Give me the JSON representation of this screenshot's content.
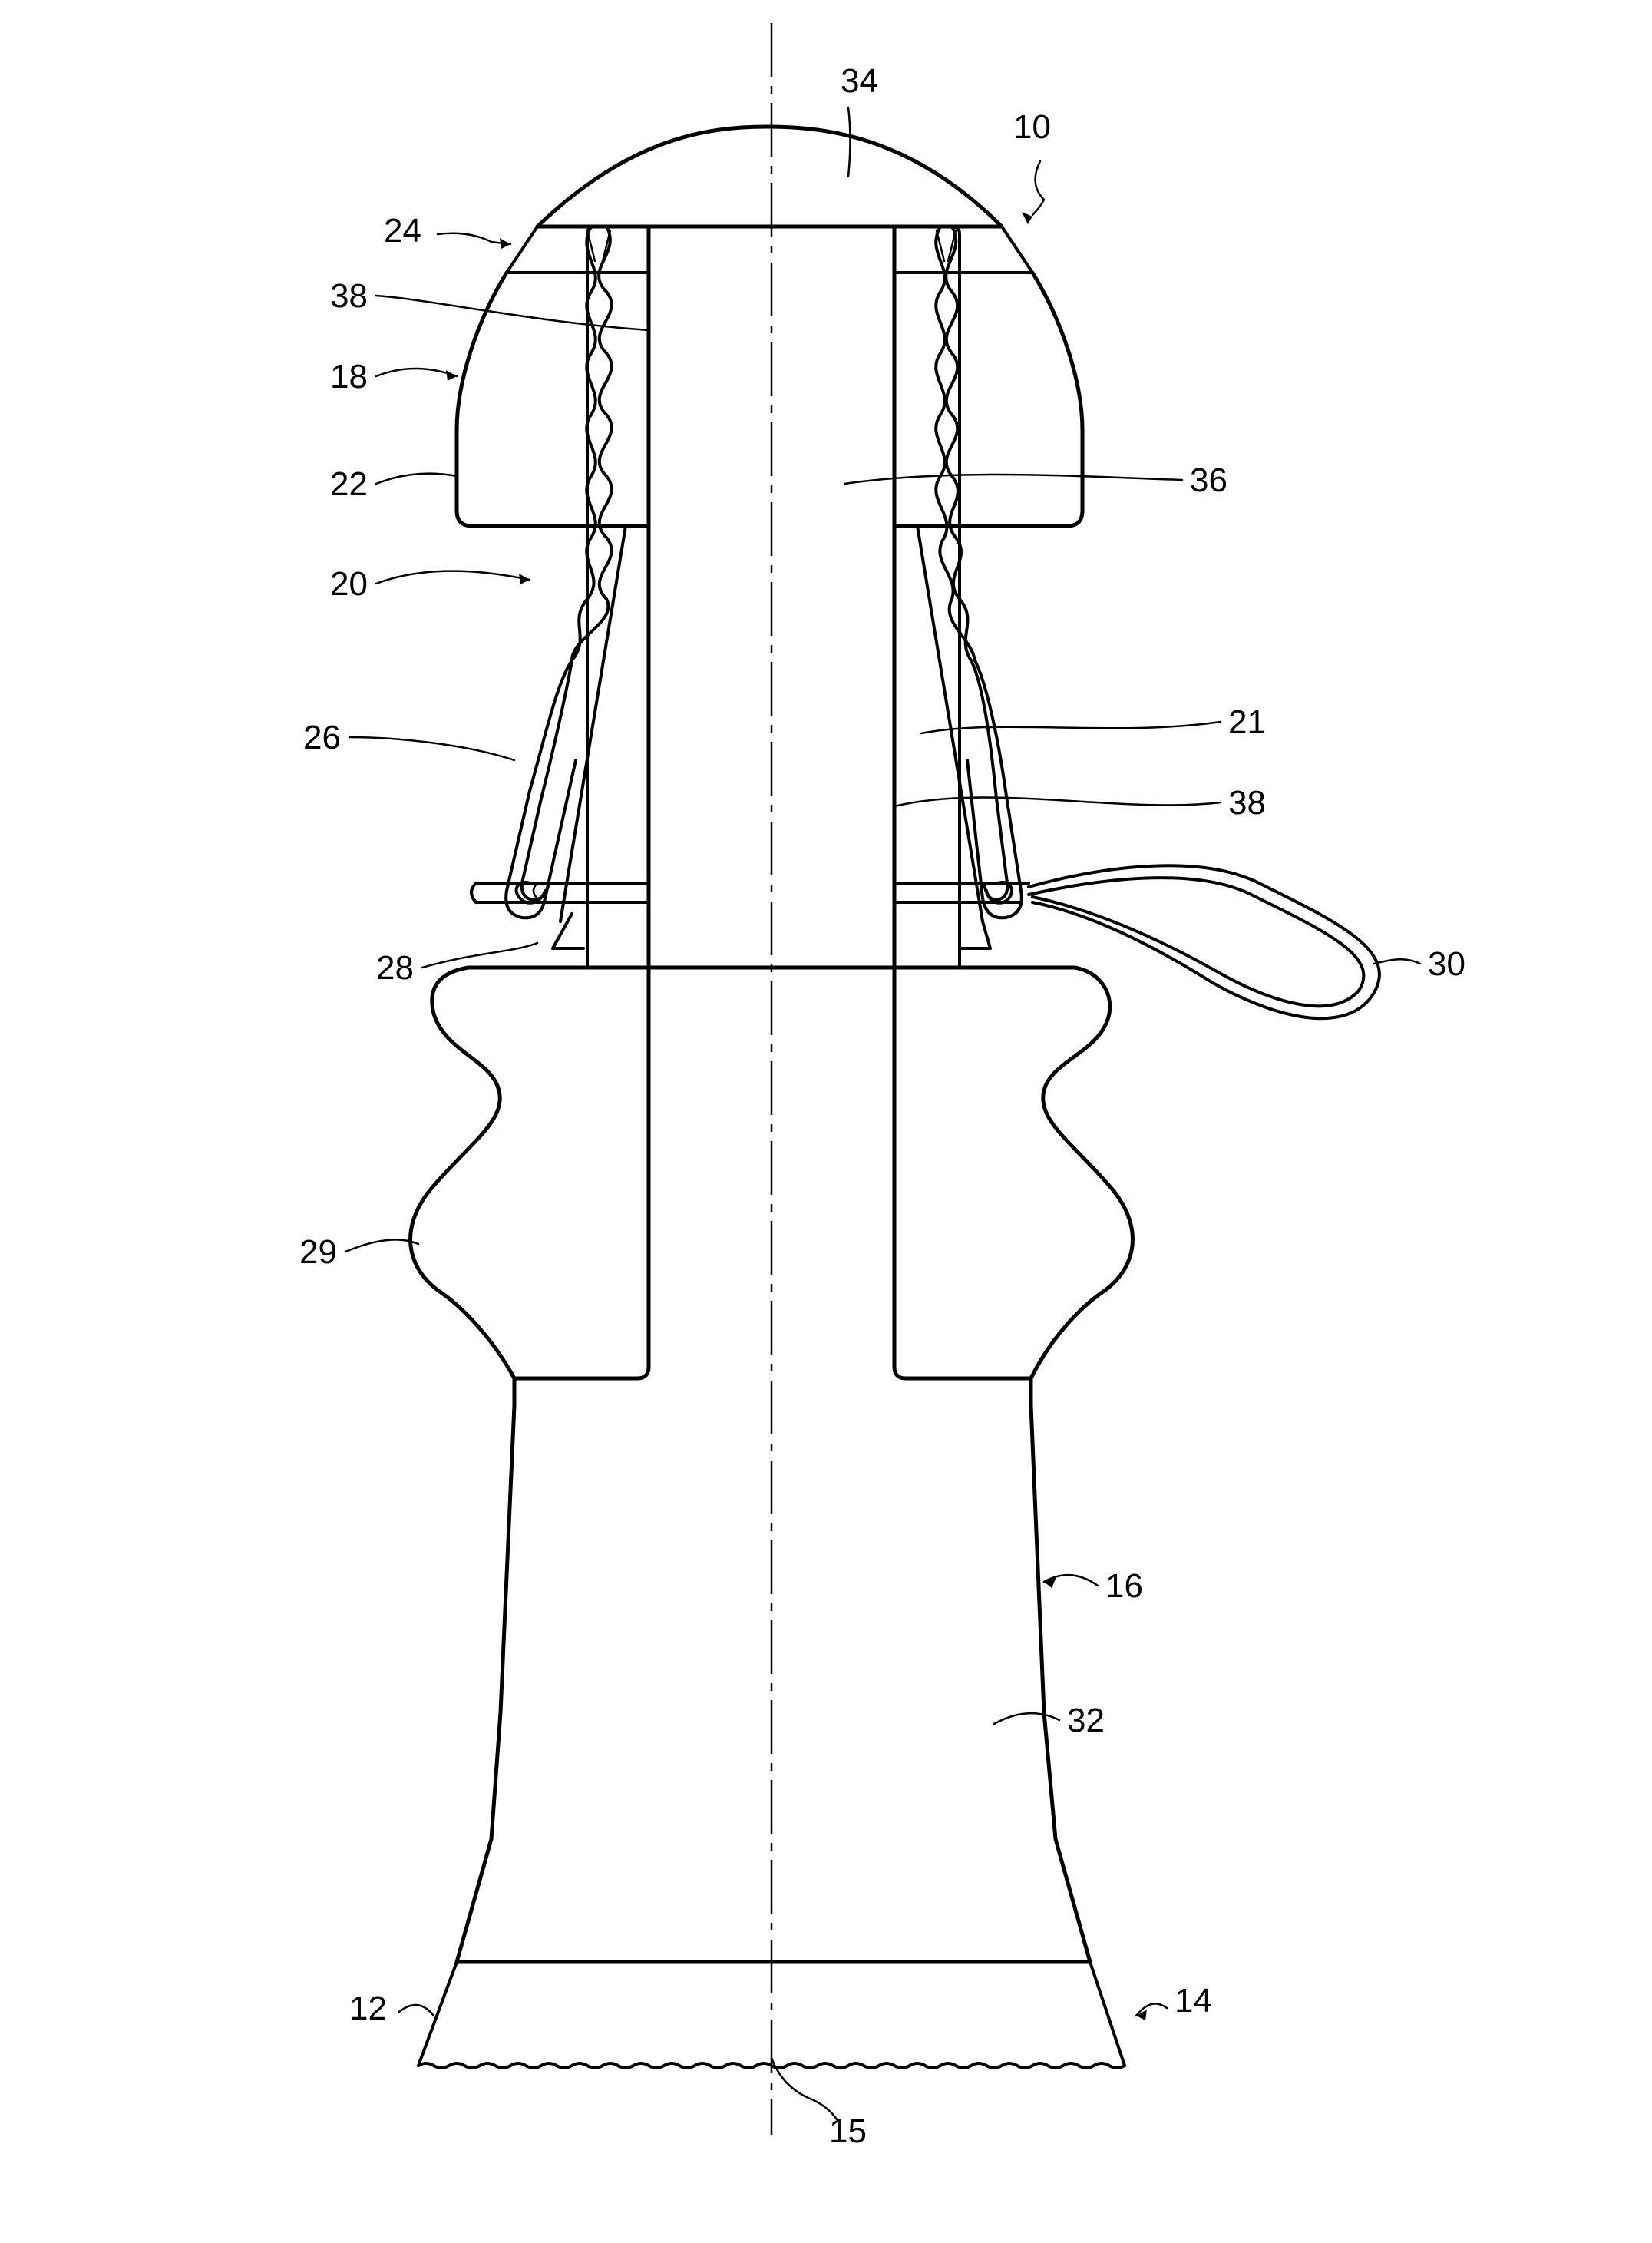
{
  "figure": {
    "labels": {
      "r10": "10",
      "r12": "12",
      "r14": "14",
      "r15": "15",
      "r16": "16",
      "r18": "18",
      "r20": "20",
      "r21": "21",
      "r22": "22",
      "r24": "24",
      "r26": "26",
      "r28": "28",
      "r29": "29",
      "r30": "30",
      "r32": "32",
      "r34": "34",
      "r36": "36",
      "r38a": "38",
      "r38b": "38"
    }
  }
}
